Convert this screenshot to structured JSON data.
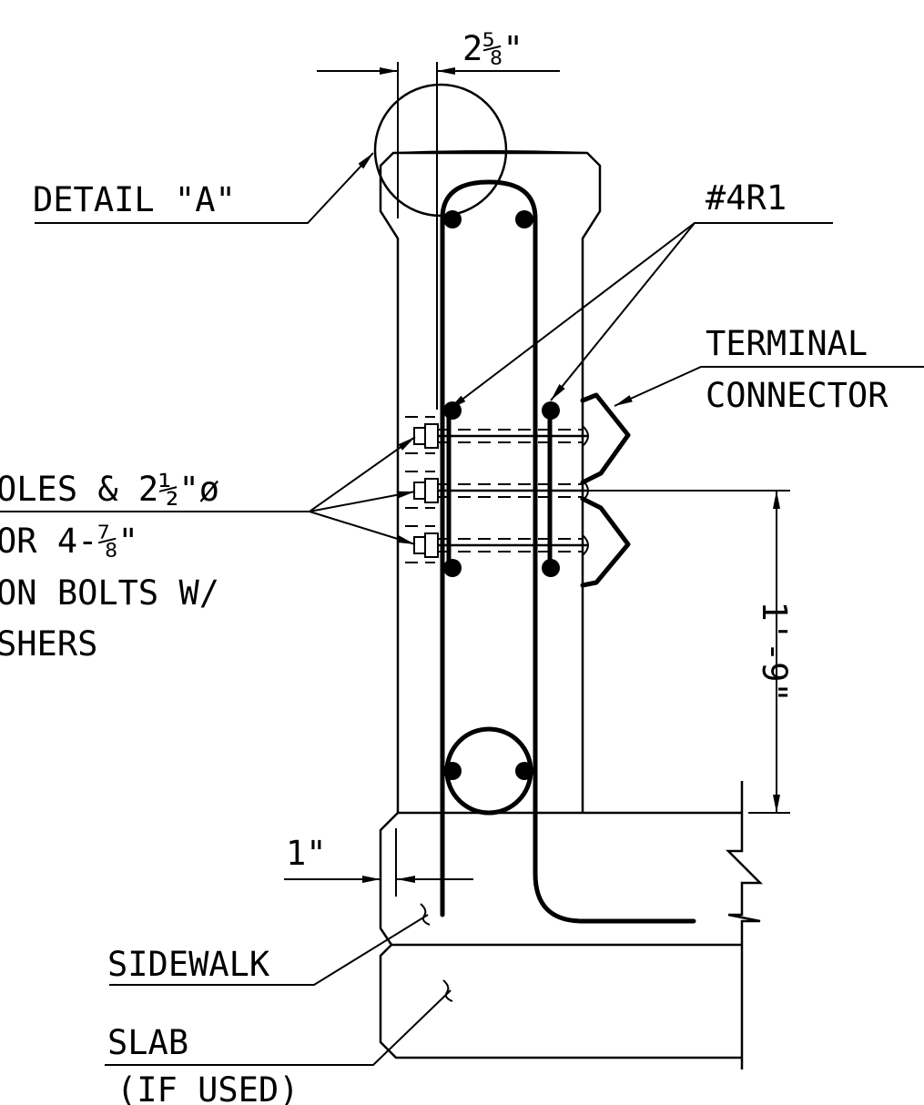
{
  "labels": {
    "detail_a": "DETAIL \"A\"",
    "bar_mark": "#4R1",
    "terminal_line1": "TERMINAL",
    "terminal_line2": "CONNECTOR",
    "holes_line1": "OLES & 2½\"ø",
    "holes_line2": "OR 4-⅞\"",
    "holes_line3": "ON BOLTS W/",
    "holes_line4": "SHERS",
    "sidewalk": "SIDEWALK",
    "slab": "SLAB",
    "slab_note": "(IF USED)"
  },
  "dimensions": {
    "top_offset": "2⅝\"",
    "edge_offset": "1\"",
    "height": "1'-9\""
  }
}
